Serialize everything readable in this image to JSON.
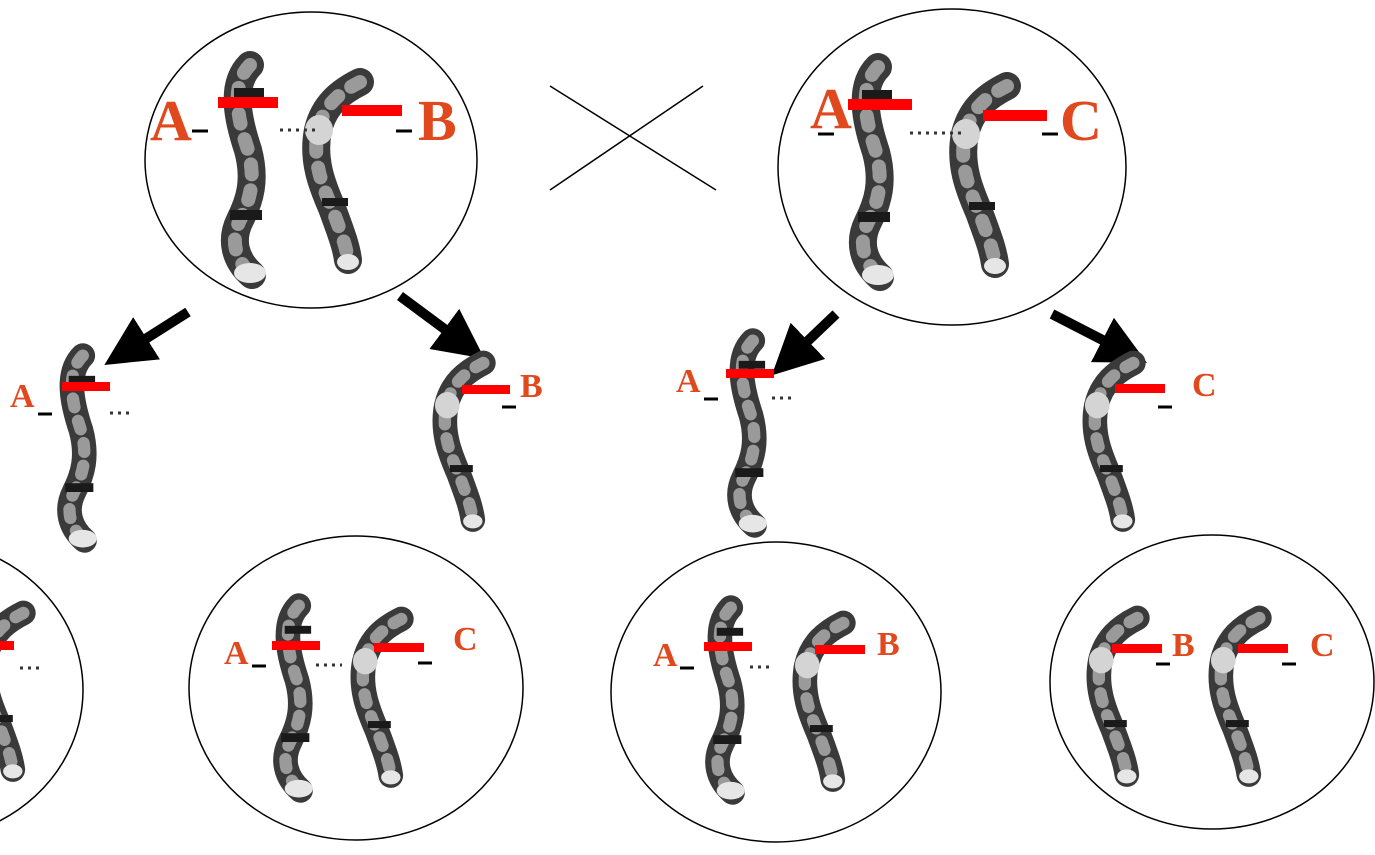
{
  "colors": {
    "background": "#ffffff",
    "outline": "#000000",
    "marker": "#ff0000",
    "label": "#e0481e",
    "chromosome": "#3a3a3a"
  },
  "parents": [
    {
      "alleles": [
        "A",
        "B"
      ]
    },
    {
      "alleles": [
        "A",
        "C"
      ]
    }
  ],
  "cross_symbol": "×",
  "gametes": [
    "A",
    "B",
    "A",
    "C"
  ],
  "offspring": [
    {
      "alleles": [
        "",
        ""
      ]
    },
    {
      "alleles": [
        "A",
        "C"
      ]
    },
    {
      "alleles": [
        "A",
        "B"
      ]
    },
    {
      "alleles": [
        "B",
        "C"
      ]
    }
  ]
}
